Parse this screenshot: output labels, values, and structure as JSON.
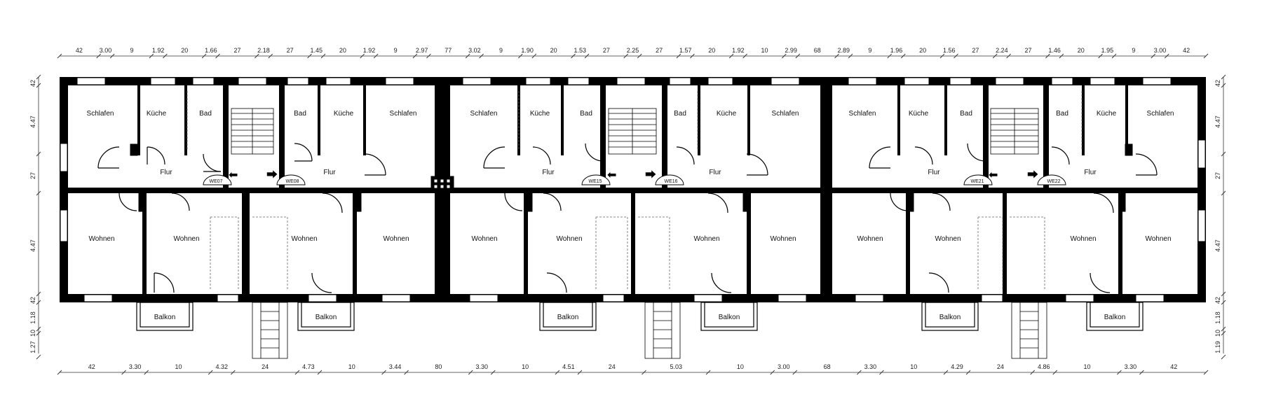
{
  "dims": {
    "top": [
      "42",
      "3.00",
      "9",
      "1.92",
      "20",
      "1.66",
      "27",
      "2.18",
      "27",
      "1.45",
      "20",
      "1.92",
      "9",
      "2.97",
      "77",
      "3.02",
      "9",
      "1.90",
      "20",
      "1.53",
      "27",
      "2.25",
      "27",
      "1.57",
      "20",
      "1.92",
      "10",
      "2.99",
      "68",
      "2.89",
      "9",
      "1.96",
      "20",
      "1.56",
      "27",
      "2.24",
      "27",
      "1.46",
      "20",
      "1.95",
      "9",
      "3.00",
      "42"
    ],
    "bottom": [
      "42",
      "3.30",
      "10",
      "4.32",
      "24",
      "4.73",
      "10",
      "3.44",
      "80",
      "3.30",
      "10",
      "4.51",
      "24",
      "5.03",
      "10",
      "3.00",
      "68",
      "3.30",
      "10",
      "4.29",
      "24",
      "4.86",
      "10",
      "3.30",
      "42"
    ],
    "left": [
      "42",
      "4.47",
      "27",
      "4.47",
      "42",
      "1.18",
      "10",
      "1.27"
    ],
    "right": [
      "42",
      "4.47",
      "27",
      "4.47",
      "42",
      "1.18",
      "10",
      "1.19"
    ]
  },
  "rooms": {
    "upper": [
      "Schlafen",
      "Küche",
      "Bad",
      "Bad",
      "Küche",
      "Schlafen",
      "Schlafen",
      "Küche",
      "Bad",
      "Bad",
      "Küche",
      "Schlafen",
      "Schlafen",
      "Küche",
      "Bad",
      "Bad",
      "Küche",
      "Schlafen"
    ],
    "flur": [
      "Flur",
      "Flur",
      "Flur",
      "Flur",
      "Flur",
      "Flur"
    ],
    "wohnen": [
      "Wohnen",
      "Wohnen",
      "Wohnen",
      "Wohnen",
      "Wohnen",
      "Wohnen",
      "Wohnen",
      "Wohnen",
      "Wohnen",
      "Wohnen",
      "Wohnen",
      "Wohnen"
    ],
    "balkon": [
      "Balkon",
      "Balkon",
      "Balkon",
      "Balkon",
      "Balkon",
      "Balkon"
    ]
  },
  "units": [
    "WE07",
    "WE08",
    "WE15",
    "WE16",
    "WE21",
    "WE22"
  ],
  "colors": {
    "wall": "#000000",
    "line": "#111111",
    "dashed": "#666666",
    "background": "#ffffff"
  }
}
